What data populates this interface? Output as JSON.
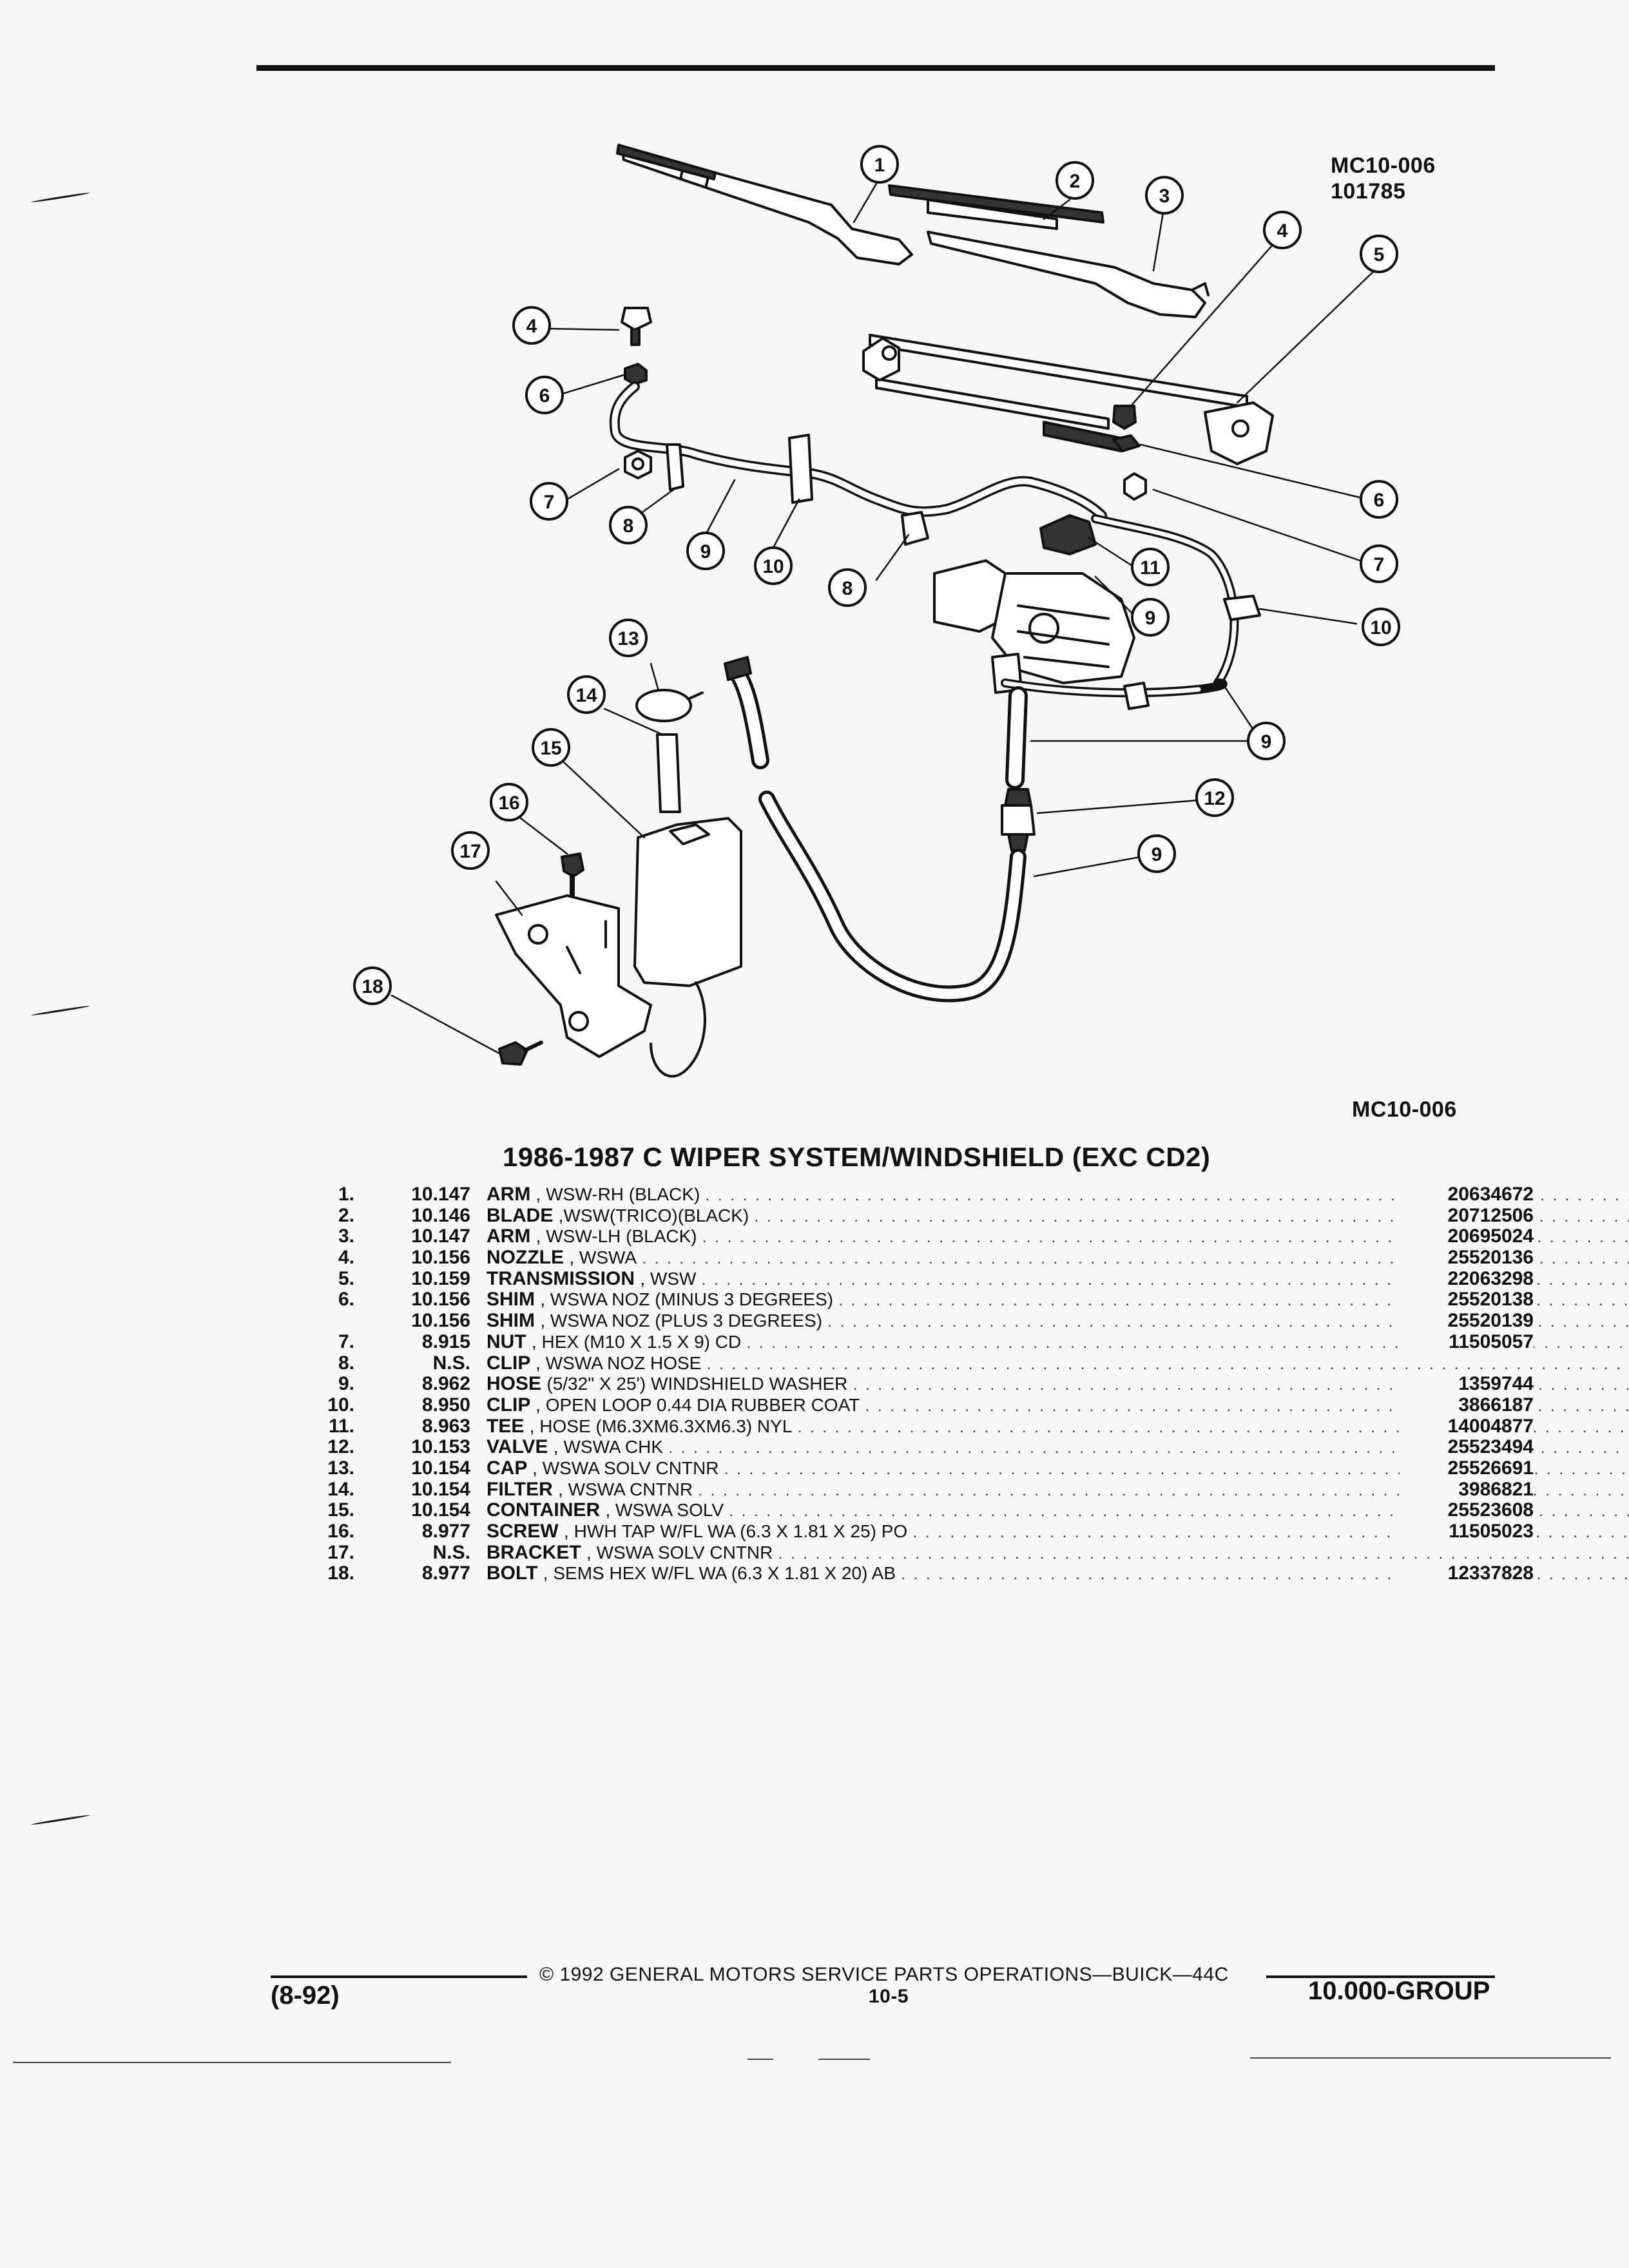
{
  "figure": {
    "code_top": "MC10-006",
    "date_code": "101785",
    "code_bottom": "MC10-006",
    "callouts": [
      "1",
      "2",
      "3",
      "4",
      "4",
      "5",
      "6",
      "6",
      "7",
      "7",
      "8",
      "8",
      "9",
      "9",
      "9",
      "9",
      "10",
      "10",
      "11",
      "12",
      "13",
      "14",
      "15",
      "16",
      "17",
      "18"
    ]
  },
  "title": "1986-1987 C WIPER SYSTEM/WINDSHIELD (EXC CD2)",
  "parts": [
    {
      "num": "1.",
      "group": "10.147",
      "name": "ARM",
      "spec": ", WSW-RH (BLACK)",
      "part_no": "20634672"
    },
    {
      "num": "2.",
      "group": "10.146",
      "name": "BLADE",
      "spec": ",WSW(TRICO)(BLACK)",
      "part_no": "20712506"
    },
    {
      "num": "3.",
      "group": "10.147",
      "name": "ARM",
      "spec": ", WSW-LH (BLACK)",
      "part_no": "20695024"
    },
    {
      "num": "4.",
      "group": "10.156",
      "name": "NOZZLE",
      "spec": ", WSWA",
      "part_no": "25520136"
    },
    {
      "num": "5.",
      "group": "10.159",
      "name": "TRANSMISSION",
      "spec": ", WSW",
      "part_no": "22063298"
    },
    {
      "num": "6.",
      "group": "10.156",
      "name": "SHIM",
      "spec": ", WSWA NOZ (MINUS 3 DEGREES)",
      "part_no": "25520138"
    },
    {
      "num": "",
      "group": "10.156",
      "name": "SHIM",
      "spec": ", WSWA NOZ (PLUS 3 DEGREES)",
      "part_no": "25520139"
    },
    {
      "num": "7.",
      "group": "8.915",
      "name": "NUT",
      "spec": ", HEX (M10 X 1.5 X 9) CD",
      "part_no": "11505057"
    },
    {
      "num": "8.",
      "group": "N.S.",
      "name": "CLIP",
      "spec": ", WSWA NOZ HOSE",
      "part_no": ""
    },
    {
      "num": "9.",
      "group": "8.962",
      "name": "HOSE",
      "spec": "(5/32\" X 25') WINDSHIELD WASHER",
      "part_no": "1359744"
    },
    {
      "num": "10.",
      "group": "8.950",
      "name": "CLIP",
      "spec": ", OPEN LOOP 0.44 DIA RUBBER COAT",
      "part_no": "3866187"
    },
    {
      "num": "11.",
      "group": "8.963",
      "name": "TEE",
      "spec": ", HOSE (M6.3XM6.3XM6.3) NYL",
      "part_no": "14004877"
    },
    {
      "num": "12.",
      "group": "10.153",
      "name": "VALVE",
      "spec": ", WSWA CHK",
      "part_no": "25523494"
    },
    {
      "num": "13.",
      "group": "10.154",
      "name": "CAP",
      "spec": ", WSWA SOLV CNTNR",
      "part_no": "25526691"
    },
    {
      "num": "14.",
      "group": "10.154",
      "name": "FILTER",
      "spec": ", WSWA CNTNR",
      "part_no": "3986821"
    },
    {
      "num": "15.",
      "group": "10.154",
      "name": "CONTAINER",
      "spec": ", WSWA SOLV",
      "part_no": "25523608"
    },
    {
      "num": "16.",
      "group": "8.977",
      "name": "SCREW",
      "spec": ", HWH TAP W/FL WA (6.3 X 1.81 X 25) PO",
      "part_no": "11505023"
    },
    {
      "num": "17.",
      "group": "N.S.",
      "name": "BRACKET",
      "spec": ", WSWA SOLV CNTNR",
      "part_no": ""
    },
    {
      "num": "18.",
      "group": "8.977",
      "name": "BOLT",
      "spec": ", SEMS HEX W/FL WA (6.3 X 1.81 X 20) AB",
      "part_no": "12337828"
    }
  ],
  "footer": {
    "copyright": "© 1992 GENERAL MOTORS SERVICE PARTS OPERATIONS—BUICK—44C",
    "page": "10-5",
    "date": "(8-92)",
    "group": "10.000-GROUP"
  }
}
